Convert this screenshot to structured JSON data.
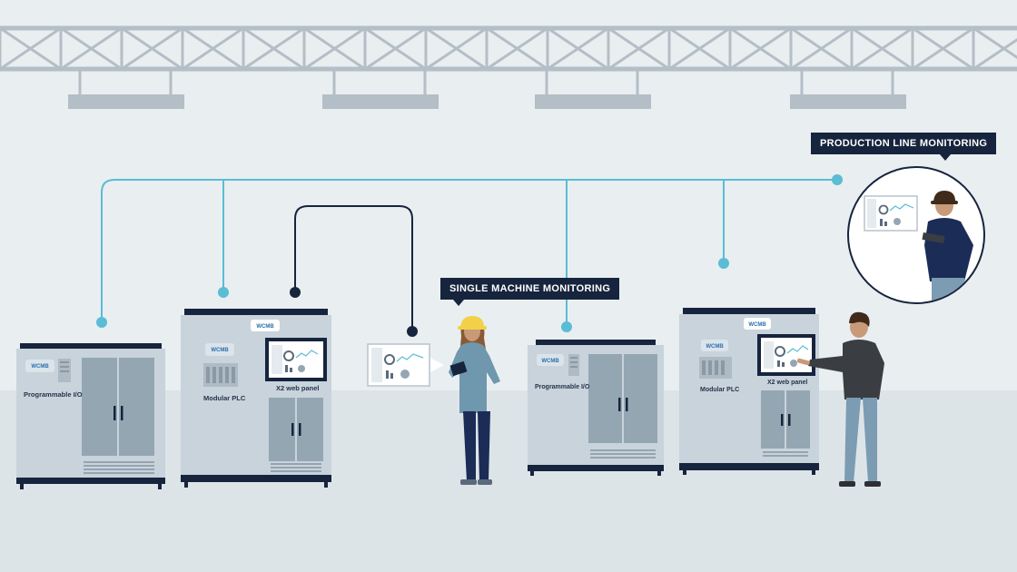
{
  "callouts": {
    "single_machine": "SINGLE MACHINE MONITORING",
    "production_line": "PRODUCTION LINE MONITORING"
  },
  "machines": {
    "m1": {
      "label": "Programmable I/O",
      "logo": "WCMB"
    },
    "m2": {
      "plc_label": "Modular PLC",
      "panel_label": "X2 web panel",
      "logo": "WCMB",
      "logo_top": "WCMB"
    },
    "m3": {
      "label": "Programmable I/O",
      "logo": "WCMB"
    },
    "m4": {
      "plc_label": "Modular PLC",
      "panel_label": "X2 web panel",
      "logo": "WCMB",
      "logo_top": "WCMB"
    }
  },
  "colors": {
    "background": "#e9eef1",
    "floor": "#dde4e8",
    "network_line": "#5bbcd6",
    "local_line": "#16243d",
    "cabinet": "#c8d3db",
    "cabinet_door": "#95a6b3",
    "trim": "#16243d",
    "worker_shirt": "#6f97ad",
    "worker_pants": "#1b2d56",
    "helmet": "#f2d048"
  }
}
